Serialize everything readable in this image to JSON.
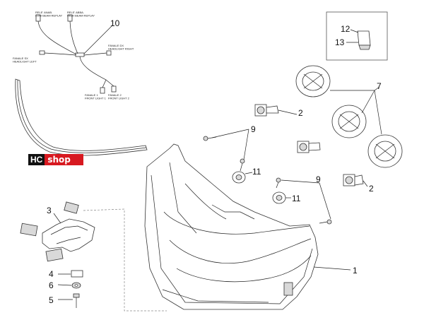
{
  "callouts": {
    "c1": "1",
    "c2a": "2",
    "c2b": "2",
    "c3": "3",
    "c4": "4",
    "c5": "5",
    "c6": "6",
    "c7": "7",
    "c9a": "9",
    "c9b": "9",
    "c10": "10",
    "c11a": "11",
    "c11b": "11",
    "c12": "12",
    "c13": "13"
  },
  "wiring_labels": {
    "low_beam_1": "RELE' ANAB.",
    "low_beam_2": "LOW BEAM REPLAY",
    "high_beam_1": "RELE' ABBA.",
    "high_beam_2": "HIGH BEAM REPLAY",
    "right_1": "FANALE DX",
    "right_2": "HEADLIGHT RIGHT",
    "left_1": "FANALE SX",
    "left_2": "HEADLIGHT LEFT",
    "front1_1": "FANALE 1",
    "front1_2": "FRONT LIGHT 1",
    "front2_1": "FANALE 2",
    "front2_2": "FRONT LIGHT 2"
  },
  "logo": {
    "part1": "HC",
    "part2": "shop",
    "brand_color": "#d71920"
  }
}
